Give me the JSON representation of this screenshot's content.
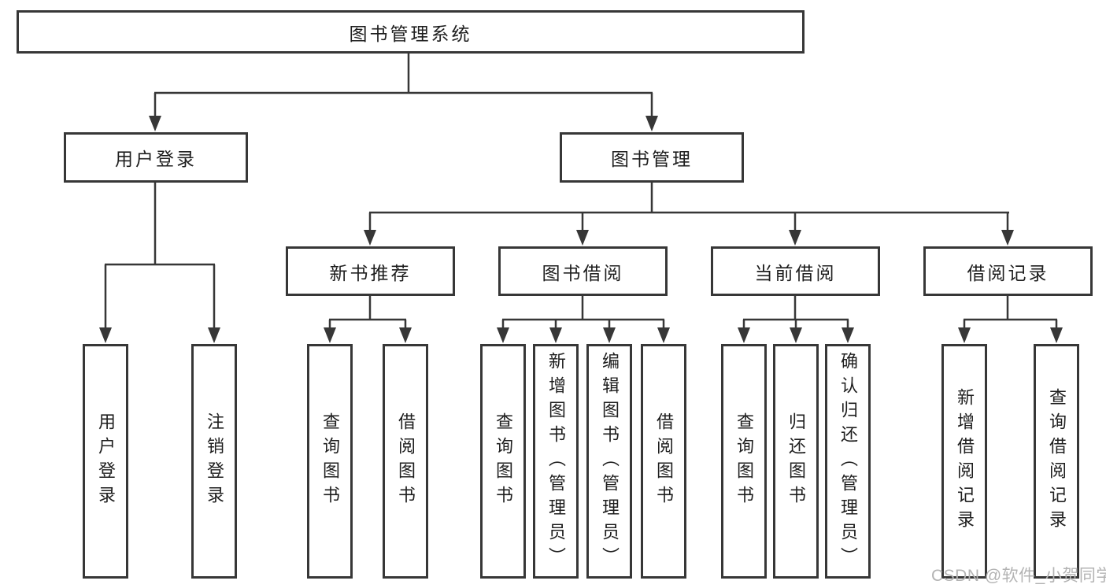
{
  "tree": {
    "root": "图书管理系统",
    "branches": [
      {
        "label": "用户登录",
        "leaves": [
          "用户登录",
          "注销登录"
        ]
      },
      {
        "label": "图书管理",
        "groups": [
          {
            "label": "新书推荐",
            "leaves": [
              "查询图书",
              "借阅图书"
            ]
          },
          {
            "label": "图书借阅",
            "leaves": [
              "查询图书",
              "新增图书（管理员）",
              "编辑图书（管理员）",
              "借阅图书"
            ]
          },
          {
            "label": "当前借阅",
            "leaves": [
              "查询图书",
              "归还图书",
              "确认归还（管理员）"
            ]
          },
          {
            "label": "借阅记录",
            "leaves": [
              "新增借阅记录",
              "查询借阅记录"
            ]
          }
        ]
      }
    ]
  },
  "watermark": "CSDN @软件_小贺同学",
  "colors": {
    "line": "#373737",
    "text": "#1e1e1e",
    "background": "#ffffff",
    "watermark": "#b3b3b3"
  }
}
